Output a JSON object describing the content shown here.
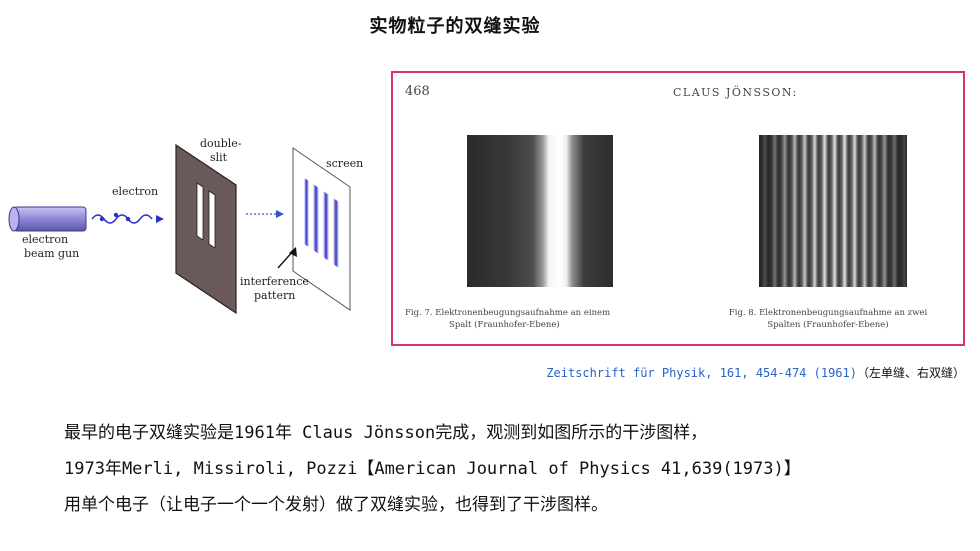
{
  "title": "实物粒子的双缝实验",
  "diagram": {
    "electron_beam_gun": [
      "electron",
      "beam gun"
    ],
    "electron": "electron",
    "double_slit": [
      "double-",
      "slit"
    ],
    "screen": "screen",
    "interference_pattern": [
      "interference",
      "pattern"
    ]
  },
  "figure": {
    "page_number": "468",
    "author": "CLAUS JÖNSSON:",
    "fig7_caption": [
      "Fig. 7.  Elektronenbeugungsaufnahme an einem",
      "Spalt (Fraunhofer-Ebene)"
    ],
    "fig8_caption": [
      "Fig. 8.  Elektronenbeugungsaufnahme an zwei",
      "Spalten (Fraunhofer-Ebene)"
    ]
  },
  "citation": {
    "source": "Zeitschrift für Physik, 161, 454-474 (1961)",
    "note": "（左单缝、右双缝）"
  },
  "paragraph": [
    "最早的电子双缝实验是1961年 Claus Jönsson完成，观测到如图所示的干涉图样，",
    "1973年Merli, Missiroli, Pozzi【American Journal of Physics 41,639(1973)】",
    "用单个电子（让电子一个一个发射）做了双缝实验，也得到了干涉图样。"
  ],
  "colors": {
    "frame_border": "#e0306a",
    "citation_text": "#2a62c9",
    "gun_fill": "#8f87d6",
    "slit_plate": "#6b5a5a",
    "fringe_blue": "#2b2fc4"
  }
}
